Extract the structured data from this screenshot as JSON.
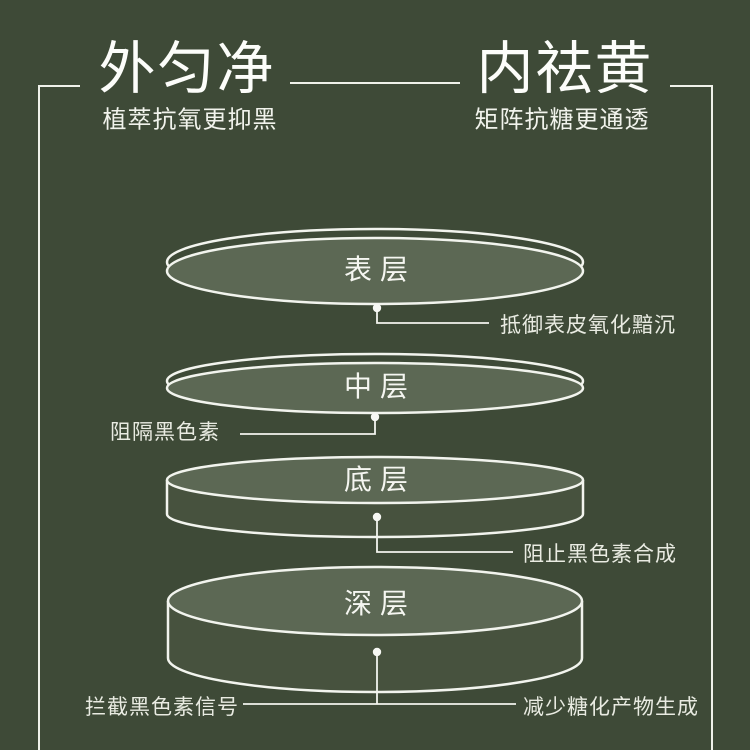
{
  "page": {
    "background_color": "#3e4a37",
    "line_color": "#f2f4ee",
    "disc_top_color": "#5c6854",
    "disc_side_color": "#47523e",
    "text_color": "#f1f3ec"
  },
  "header": {
    "left": {
      "title": "外匀净",
      "subtitle": "植萃抗氧更抑黑"
    },
    "right": {
      "title": "内祛黄",
      "subtitle": "矩阵抗糖更通透"
    }
  },
  "diagram": {
    "layers": [
      {
        "label": "表层",
        "callout_right": "抵御表皮氧化黯沉"
      },
      {
        "label": "中层",
        "callout_left": "阻隔黑色素"
      },
      {
        "label": "底层",
        "callout_right": "阻止黑色素合成"
      },
      {
        "label": "深层",
        "callout_left": "拦截黑色素信号",
        "callout_right": "减少糖化产物生成"
      }
    ]
  }
}
